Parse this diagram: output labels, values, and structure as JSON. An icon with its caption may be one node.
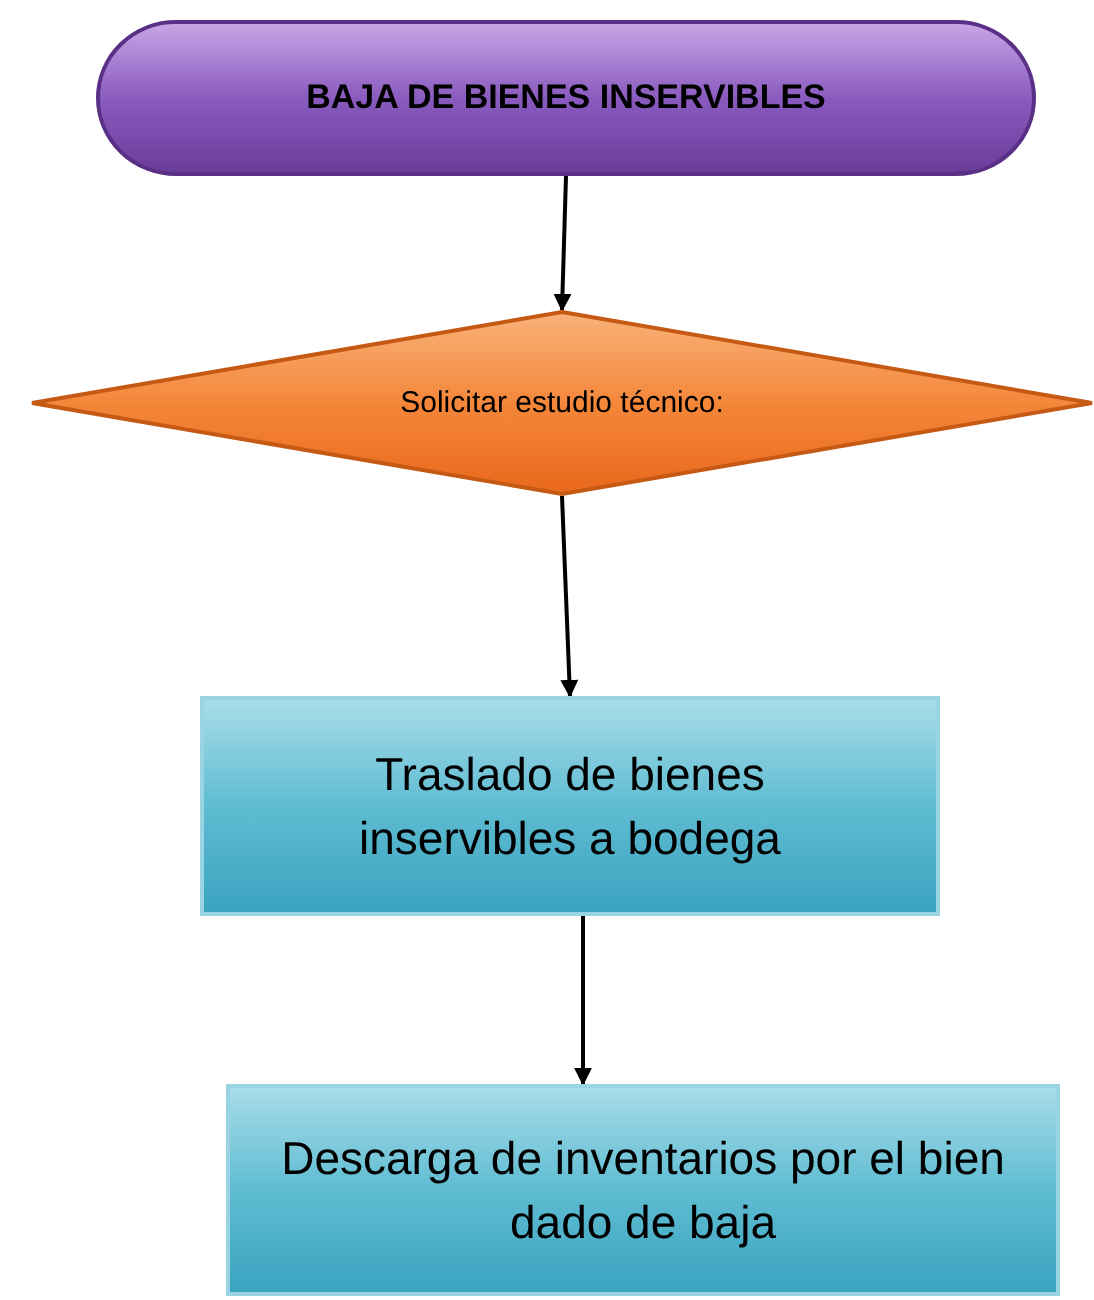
{
  "diagram": {
    "nodes": [
      {
        "text": [
          "BAJA DE BIENES INSERVIBLES"
        ]
      },
      {
        "text": [
          "Solicitar estudio técnico:"
        ]
      },
      {
        "text": [
          "Traslado de bienes inservibles a bodega"
        ]
      },
      {
        "text": [
          "Descarga de inventarios por el bien dado de baja"
        ]
      }
    ],
    "edges": [
      {
        "from": 0,
        "to": 1,
        "arrow": "to"
      },
      {
        "from": 1,
        "to": 2,
        "arrow": "to"
      },
      {
        "from": 2,
        "to": 3,
        "arrow": "to"
      }
    ]
  }
}
